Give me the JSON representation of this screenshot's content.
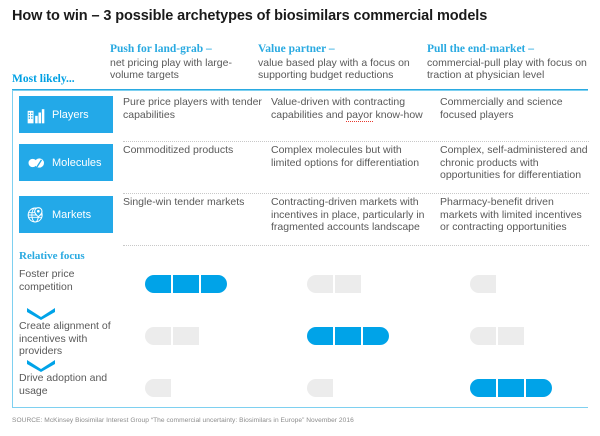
{
  "title": "How to win – 3 possible archetypes of biosimilars commercial models",
  "most_likely_label": "Most likely...",
  "relative_focus_label": "Relative focus",
  "source": "SOURCE: McKinsey Biosimilar Interest Group “The commercial uncertainty: Biosimilars in Europe” November 2016",
  "colors": {
    "accent_blue": "#2aaae1",
    "chip_blue": "#23a9e8",
    "pill_on": "#00a3e8",
    "pill_off": "#ececec",
    "body_text": "#595959",
    "spellcheck_red": "#e8392f"
  },
  "columns": [
    {
      "title": "Push for land-grab –",
      "subtitle": "net pricing play with large-volume targets"
    },
    {
      "title": "Value partner –",
      "subtitle": "value based play with a focus on supporting budget reductions"
    },
    {
      "title": "Pull the end-market –",
      "subtitle": "commercial-pull play with focus on traction at physician level"
    }
  ],
  "categories": [
    {
      "label": "Players",
      "icon": "building-chart-icon",
      "cells": [
        {
          "text": "Pure price players with tender capabilities"
        },
        {
          "pre": "Value-driven with contracting capabilities and ",
          "misspelled": "payor",
          "post": " know-how"
        },
        {
          "text": "Commercially and science focused players"
        }
      ]
    },
    {
      "label": "Molecules",
      "icon": "molecule-icon",
      "cells": [
        {
          "text": "Commoditized products"
        },
        {
          "text": "Complex molecules but with limited options for differentiation"
        },
        {
          "text": "Complex, self-administered and chronic products with opportunities for differentiation"
        }
      ]
    },
    {
      "label": "Markets",
      "icon": "globe-pin-icon",
      "cells": [
        {
          "text": "Single-win tender markets"
        },
        {
          "text": "Contracting-driven markets with incentives in place, particularly in fragmented accounts landscape"
        },
        {
          "text": "Pharmacy-benefit driven markets with limited incentives or contracting opportunities"
        }
      ]
    }
  ],
  "focus_rows": [
    {
      "label": "Foster price competition",
      "ratings": [
        {
          "filled": 3,
          "total": 3
        },
        {
          "filled": 0,
          "total": 2
        },
        {
          "filled": 0,
          "total": 1
        }
      ]
    },
    {
      "label": "Create alignment of incentives with providers",
      "ratings": [
        {
          "filled": 0,
          "total": 2
        },
        {
          "filled": 3,
          "total": 3
        },
        {
          "filled": 0,
          "total": 2
        }
      ]
    },
    {
      "label": "Drive adoption and usage",
      "ratings": [
        {
          "filled": 0,
          "total": 1
        },
        {
          "filled": 0,
          "total": 1
        },
        {
          "filled": 3,
          "total": 3
        }
      ]
    }
  ]
}
